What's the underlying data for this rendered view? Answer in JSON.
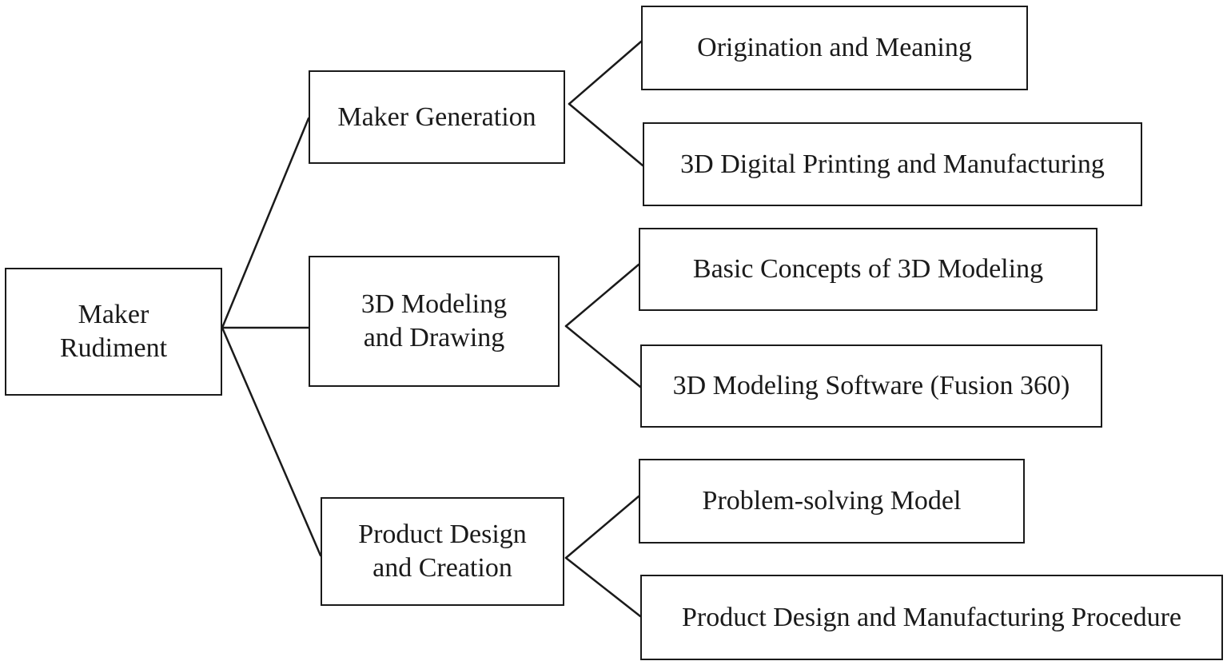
{
  "diagram": {
    "root": {
      "label": "Maker\nRudiment"
    },
    "branches": [
      {
        "label": "Maker Generation",
        "children": [
          {
            "label": "Origination and Meaning"
          },
          {
            "label": "3D Digital Printing and Manufacturing"
          }
        ]
      },
      {
        "label": "3D Modeling\nand Drawing",
        "children": [
          {
            "label": "Basic Concepts of 3D Modeling"
          },
          {
            "label": "3D Modeling Software (Fusion 360)"
          }
        ]
      },
      {
        "label": "Product Design\nand Creation",
        "children": [
          {
            "label": "Problem-solving Model"
          },
          {
            "label": "Product Design and Manufacturing Procedure"
          }
        ]
      }
    ]
  },
  "colors": {
    "line": "#1a1a1a",
    "box_border": "#1a1a1a",
    "background": "#ffffff"
  }
}
